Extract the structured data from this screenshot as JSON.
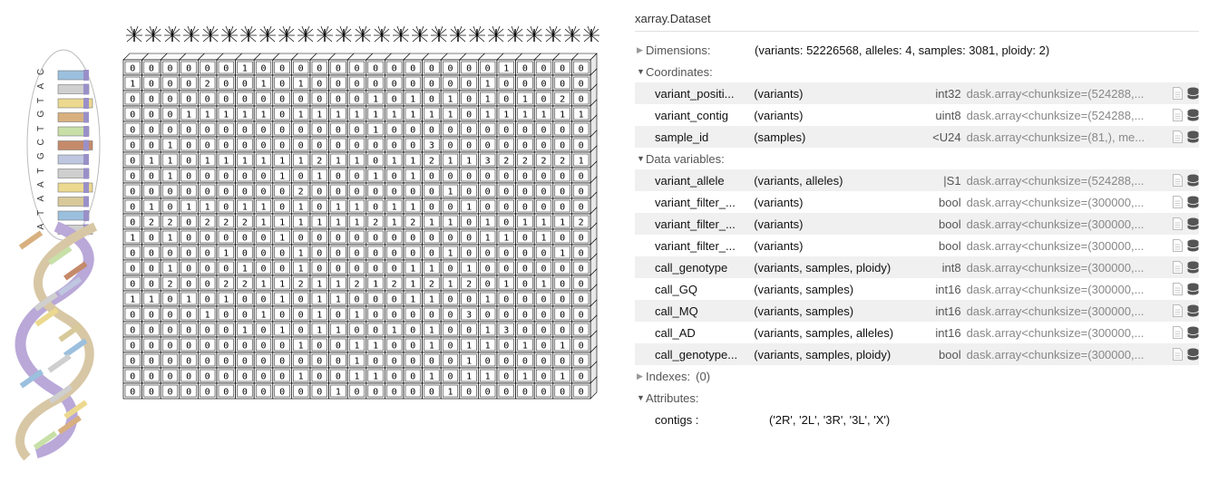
{
  "dna_letters": [
    "C",
    "A",
    "T",
    "G",
    "T",
    "C",
    "G",
    "T",
    "A",
    "A",
    "T",
    "A"
  ],
  "matrix": [
    [
      0,
      0,
      0,
      0,
      0,
      0,
      1,
      0,
      0,
      0,
      0,
      0,
      0,
      0,
      0,
      0,
      0,
      0,
      0,
      0,
      1,
      0,
      0,
      0,
      0
    ],
    [
      1,
      0,
      0,
      0,
      2,
      0,
      0,
      1,
      0,
      1,
      0,
      0,
      0,
      0,
      0,
      0,
      0,
      0,
      0,
      1,
      0,
      0,
      0,
      0,
      0
    ],
    [
      0,
      0,
      0,
      0,
      0,
      0,
      0,
      0,
      0,
      0,
      0,
      0,
      0,
      1,
      0,
      1,
      0,
      1,
      0,
      1,
      0,
      1,
      0,
      2,
      0,
      1
    ],
    [
      0,
      0,
      0,
      1,
      1,
      1,
      1,
      1,
      0,
      1,
      1,
      1,
      1,
      1,
      1,
      1,
      1,
      1,
      0,
      1,
      1,
      1,
      1,
      1,
      1
    ],
    [
      0,
      0,
      0,
      0,
      0,
      0,
      0,
      0,
      0,
      0,
      0,
      0,
      0,
      1,
      0,
      0,
      0,
      0,
      0,
      0,
      0,
      0,
      0,
      0,
      0
    ],
    [
      0,
      0,
      1,
      0,
      0,
      0,
      0,
      0,
      0,
      0,
      0,
      0,
      0,
      0,
      0,
      0,
      3,
      0,
      0,
      0,
      0,
      0,
      0,
      0,
      0
    ],
    [
      0,
      1,
      1,
      0,
      1,
      1,
      1,
      1,
      1,
      1,
      2,
      1,
      1,
      0,
      1,
      1,
      2,
      1,
      1,
      3,
      2,
      2,
      2,
      2,
      1
    ],
    [
      0,
      0,
      1,
      0,
      0,
      0,
      0,
      0,
      1,
      0,
      1,
      0,
      0,
      1,
      0,
      1,
      0,
      0,
      0,
      0,
      0,
      0,
      0,
      0,
      0
    ],
    [
      0,
      0,
      0,
      0,
      0,
      0,
      0,
      0,
      0,
      2,
      0,
      0,
      0,
      0,
      0,
      0,
      0,
      1,
      0,
      0,
      0,
      0,
      0,
      0,
      0
    ],
    [
      0,
      1,
      0,
      1,
      1,
      0,
      1,
      1,
      0,
      1,
      0,
      1,
      1,
      0,
      1,
      1,
      0,
      0,
      1,
      0,
      0,
      0,
      0,
      0,
      0
    ],
    [
      0,
      2,
      2,
      0,
      2,
      2,
      2,
      1,
      1,
      1,
      1,
      1,
      1,
      2,
      1,
      2,
      1,
      1,
      0,
      1,
      0,
      1,
      1,
      1,
      2,
      1
    ],
    [
      1,
      0,
      1,
      0,
      0,
      0,
      0,
      0,
      1,
      0,
      0,
      0,
      0,
      0,
      0,
      0,
      0,
      0,
      0,
      1,
      1,
      0,
      1,
      0,
      0,
      0
    ],
    [
      0,
      0,
      0,
      0,
      0,
      1,
      0,
      0,
      0,
      1,
      0,
      0,
      0,
      0,
      0,
      0,
      0,
      1,
      0,
      0,
      0,
      0,
      0,
      1,
      0,
      0
    ],
    [
      0,
      0,
      1,
      0,
      0,
      0,
      1,
      0,
      0,
      1,
      0,
      0,
      0,
      0,
      0,
      1,
      1,
      0,
      1,
      0,
      0,
      0,
      0,
      0,
      0,
      0
    ],
    [
      0,
      0,
      2,
      0,
      0,
      2,
      2,
      1,
      1,
      2,
      1,
      1,
      2,
      1,
      2,
      1,
      2,
      1,
      2,
      0,
      1,
      0,
      1,
      0,
      0
    ],
    [
      1,
      1,
      0,
      1,
      0,
      1,
      0,
      0,
      1,
      0,
      1,
      1,
      0,
      0,
      0,
      1,
      1,
      0,
      0,
      1,
      0,
      0,
      0,
      0,
      0
    ],
    [
      0,
      0,
      0,
      0,
      1,
      0,
      0,
      1,
      0,
      0,
      1,
      0,
      1,
      0,
      0,
      0,
      0,
      0,
      3,
      0,
      0,
      0,
      0,
      0,
      0
    ],
    [
      0,
      0,
      0,
      0,
      0,
      0,
      1,
      0,
      1,
      0,
      1,
      1,
      0,
      0,
      1,
      0,
      1,
      0,
      0,
      1,
      3,
      0,
      0,
      0,
      0,
      0
    ],
    [
      0,
      0,
      0,
      0,
      0,
      0,
      0,
      0,
      0,
      1,
      0,
      0,
      1,
      1,
      0,
      0,
      1,
      0,
      1,
      1,
      0,
      1,
      0,
      1,
      0
    ],
    [
      0,
      0,
      0,
      0,
      0,
      0,
      0,
      0,
      0,
      0,
      0,
      0,
      1,
      0,
      0,
      0,
      0,
      0,
      1,
      0,
      0,
      0,
      0,
      0,
      0
    ],
    [
      0,
      0,
      0,
      0,
      0,
      0,
      0,
      0,
      0,
      1,
      0,
      0,
      1,
      1,
      0,
      0,
      1,
      0,
      1,
      1,
      0,
      1,
      0,
      1,
      0
    ],
    [
      0,
      0,
      0,
      0,
      0,
      0,
      0,
      0,
      0,
      0,
      0,
      1,
      0,
      0,
      0,
      0,
      0,
      1,
      0,
      0,
      0,
      0,
      0,
      0,
      0
    ]
  ],
  "mosquito_count": 25,
  "xarray": {
    "title": "xarray.Dataset",
    "dimensions": {
      "label": "Dimensions:",
      "value": "(variants: 52226568, alleles: 4, samples: 3081, ploidy: 2)"
    },
    "coordinates": {
      "label": "Coordinates:",
      "rows": [
        {
          "name": "variant_positi...",
          "dims": "(variants)",
          "dtype": "int32",
          "preview": "dask.array<chunksize=(524288,..."
        },
        {
          "name": "variant_contig",
          "dims": "(variants)",
          "dtype": "uint8",
          "preview": "dask.array<chunksize=(524288,..."
        },
        {
          "name": "sample_id",
          "dims": "(samples)",
          "dtype": "<U24",
          "preview": "dask.array<chunksize=(81,), me..."
        }
      ]
    },
    "data_vars": {
      "label": "Data variables:",
      "rows": [
        {
          "name": "variant_allele",
          "dims": "(variants, alleles)",
          "dtype": "|S1",
          "preview": "dask.array<chunksize=(524288,..."
        },
        {
          "name": "variant_filter_...",
          "dims": "(variants)",
          "dtype": "bool",
          "preview": "dask.array<chunksize=(300000,..."
        },
        {
          "name": "variant_filter_...",
          "dims": "(variants)",
          "dtype": "bool",
          "preview": "dask.array<chunksize=(300000,..."
        },
        {
          "name": "variant_filter_...",
          "dims": "(variants)",
          "dtype": "bool",
          "preview": "dask.array<chunksize=(300000,..."
        },
        {
          "name": "call_genotype",
          "dims": "(variants, samples, ploidy)",
          "dtype": "int8",
          "preview": "dask.array<chunksize=(300000,..."
        },
        {
          "name": "call_GQ",
          "dims": "(variants, samples)",
          "dtype": "int16",
          "preview": "dask.array<chunksize=(300000,..."
        },
        {
          "name": "call_MQ",
          "dims": "(variants, samples)",
          "dtype": "int16",
          "preview": "dask.array<chunksize=(300000,..."
        },
        {
          "name": "call_AD",
          "dims": "(variants, samples, alleles)",
          "dtype": "int16",
          "preview": "dask.array<chunksize=(300000,..."
        },
        {
          "name": "call_genotype...",
          "dims": "(variants, samples, ploidy)",
          "dtype": "bool",
          "preview": "dask.array<chunksize=(300000,..."
        }
      ]
    },
    "indexes": {
      "label": "Indexes:",
      "count": "(0)"
    },
    "attributes": {
      "label": "Attributes:",
      "rows": [
        {
          "key": "contigs :",
          "value": "('2R', '2L', '3R', '3L', 'X')"
        }
      ]
    }
  }
}
